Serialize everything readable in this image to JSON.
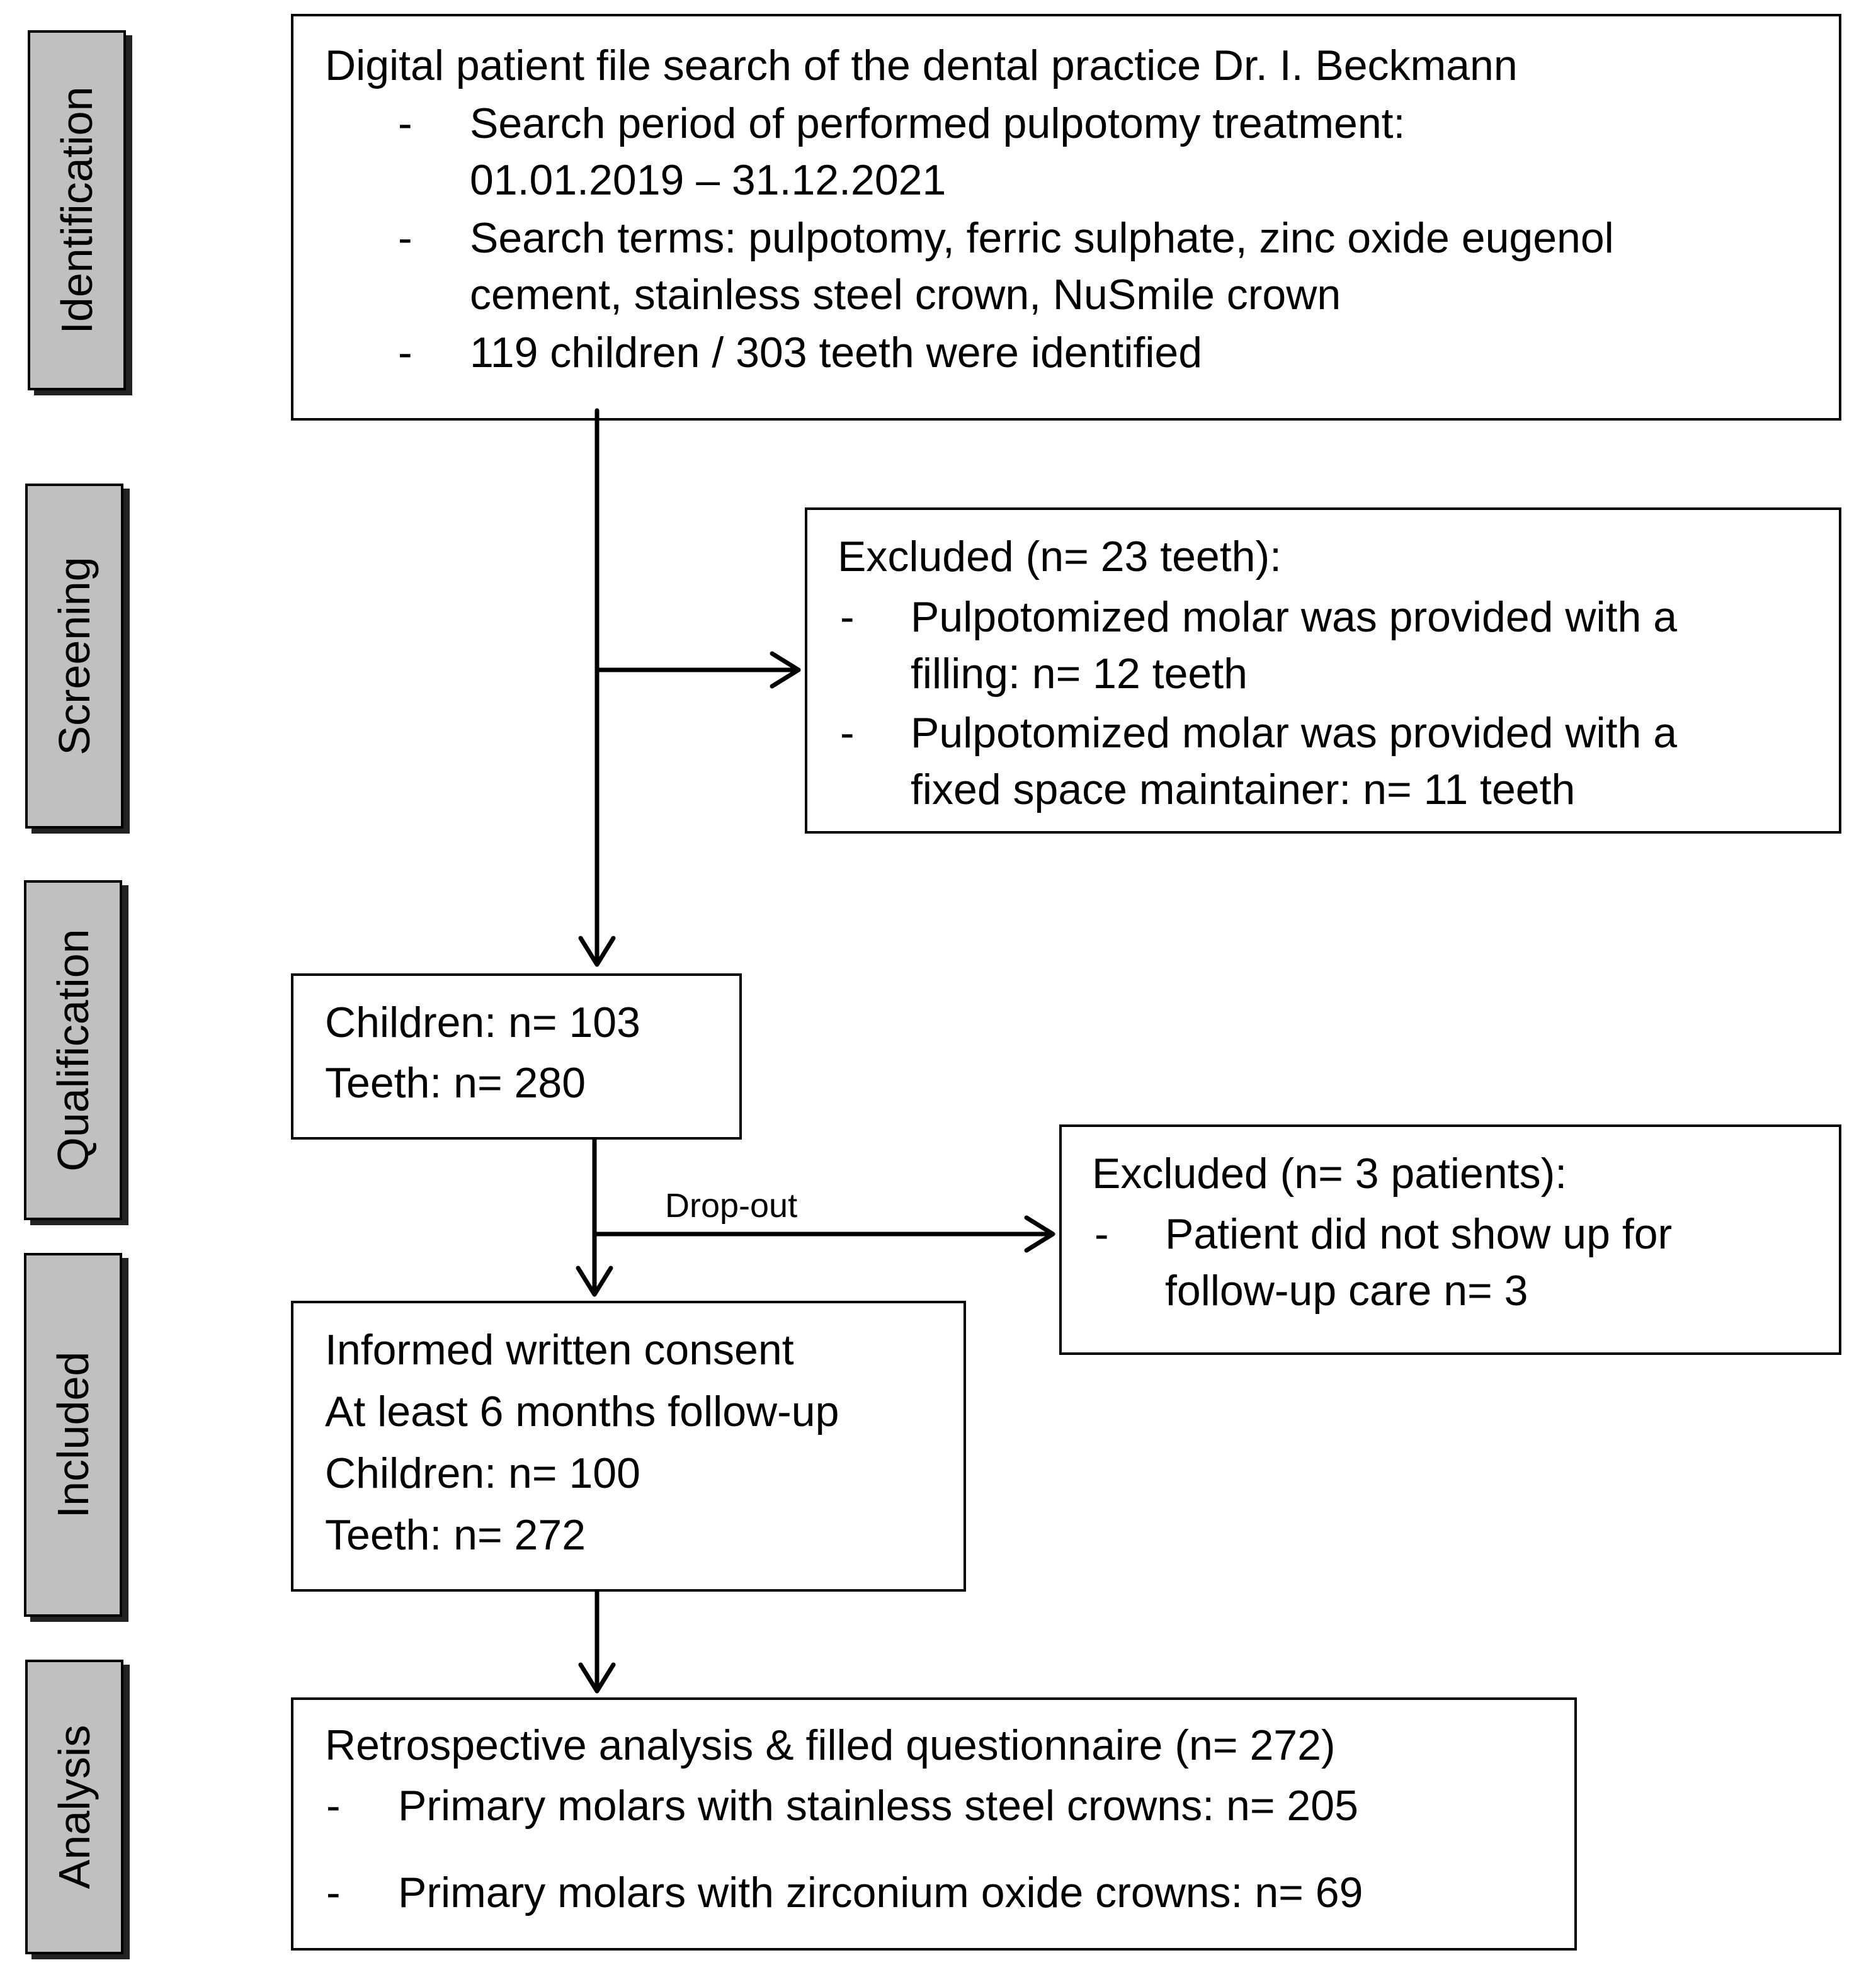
{
  "stages": {
    "identification": "Identification",
    "screening": "Screening",
    "qualification": "Qualification",
    "included": "Included",
    "analysis": "Analysis"
  },
  "identification_box": {
    "title": "Digital patient file search of the dental practice Dr. I. Beckmann",
    "items": [
      {
        "lines": [
          "Search period of performed pulpotomy treatment:",
          "01.01.2019 – 31.12.2021"
        ]
      },
      {
        "lines": [
          "Search terms: pulpotomy, ferric sulphate, zinc oxide eugenol",
          "cement, stainless steel crown, NuSmile crown"
        ]
      },
      {
        "lines": [
          "119 children / 303 teeth were identified"
        ]
      }
    ]
  },
  "screening_box": {
    "title": "Excluded (n= 23 teeth):",
    "items": [
      {
        "lines": [
          "Pulpotomized molar was provided with a",
          "filling: n= 12 teeth"
        ]
      },
      {
        "lines": [
          "Pulpotomized molar was provided with a",
          "fixed space maintainer: n= 11 teeth"
        ]
      }
    ]
  },
  "qualification_box": {
    "lines": [
      "Children: n= 103",
      "Teeth: n= 280"
    ]
  },
  "dropout_label": "Drop-out",
  "dropout_box": {
    "title": "Excluded (n= 3 patients):",
    "items": [
      {
        "lines": [
          "Patient did not show up for",
          "follow-up care  n= 3"
        ]
      }
    ]
  },
  "included_box": {
    "lines": [
      "Informed written consent",
      "At least 6 months follow-up",
      "Children: n= 100",
      "Teeth: n= 272"
    ]
  },
  "analysis_box": {
    "title": "Retrospective analysis & filled questionnaire (n= 272)",
    "items": [
      {
        "lines": [
          "Primary molars with stainless steel crowns: n= 205"
        ]
      },
      {
        "lines": [
          "Primary molars with zirconium oxide crowns: n= 69"
        ]
      }
    ]
  },
  "bullet": "-"
}
